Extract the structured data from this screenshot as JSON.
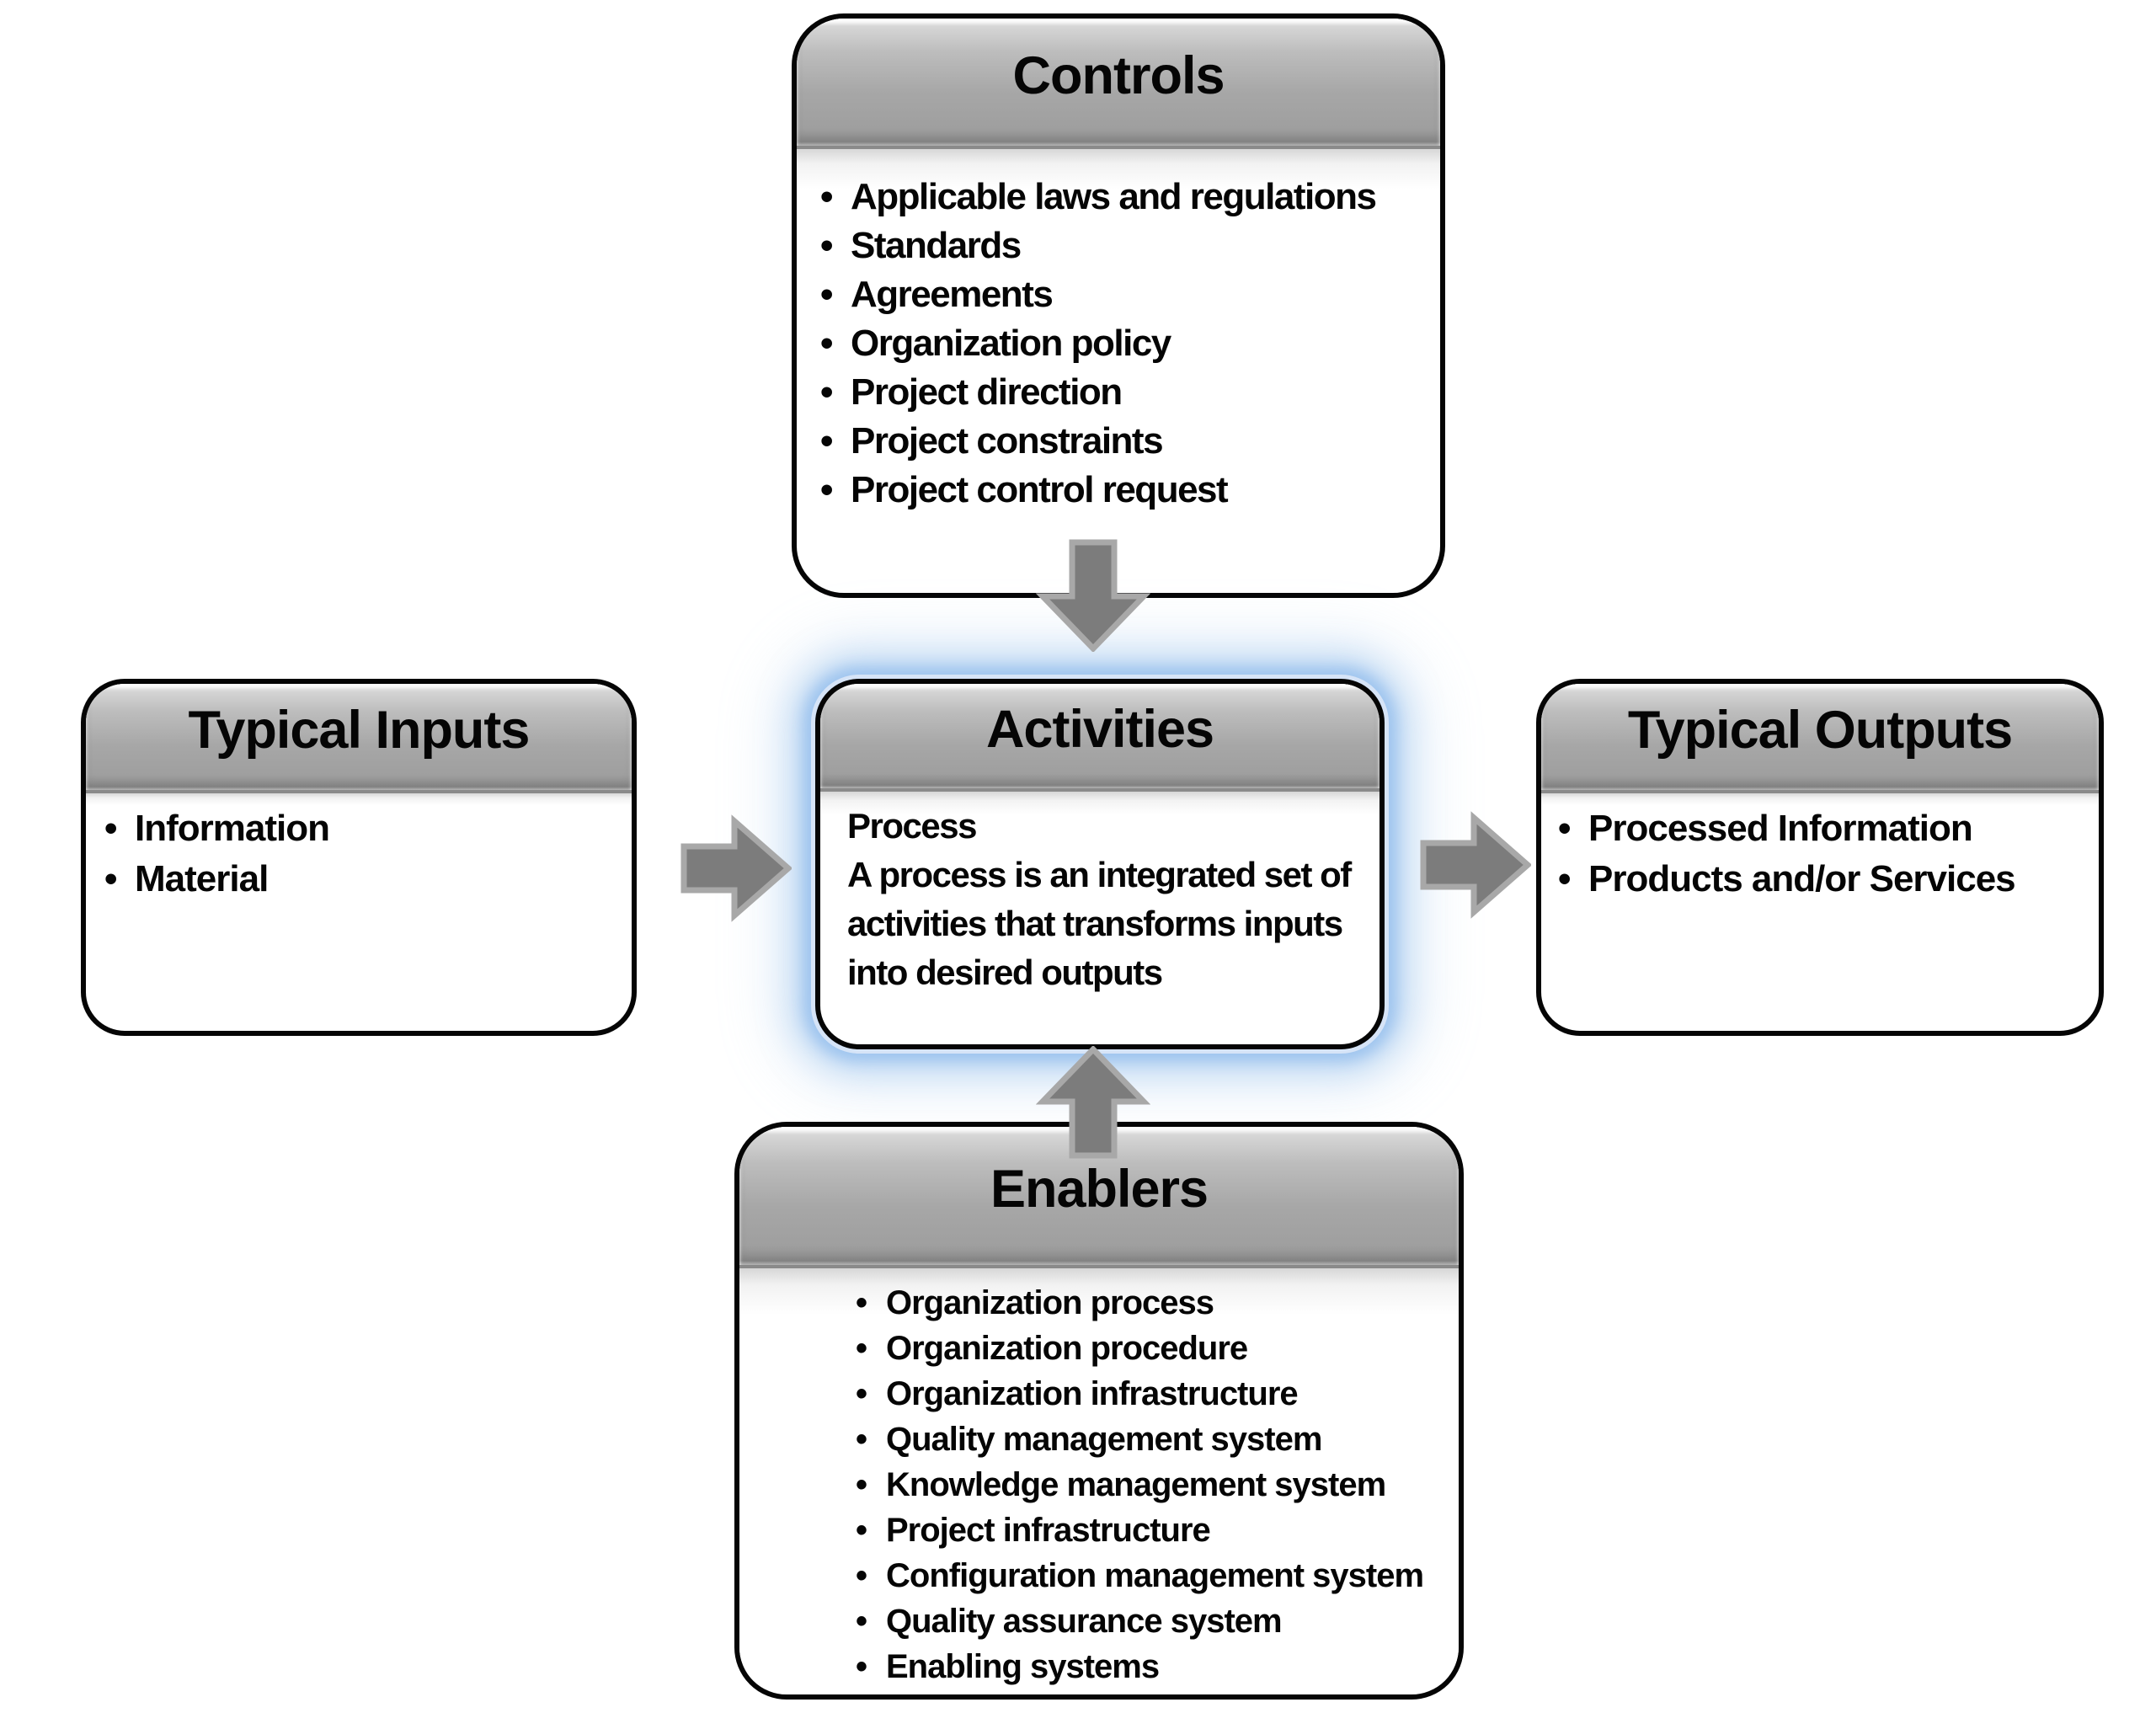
{
  "diagram": {
    "bullet_char": "•",
    "controls": {
      "title": "Controls",
      "items": [
        "Applicable laws and regulations",
        "Standards",
        "Agreements",
        "Organization policy",
        "Project direction",
        "Project constraints",
        "Project control request"
      ]
    },
    "typical_inputs": {
      "title": "Typical Inputs",
      "items": [
        "Information",
        "Material"
      ]
    },
    "activities": {
      "title": "Activities",
      "heading": "Process",
      "description": "A process is an integrated set of activities that transforms inputs into desired outputs"
    },
    "typical_outputs": {
      "title": "Typical Outputs",
      "items": [
        "Processed Information",
        "Products and/or Services"
      ]
    },
    "enablers": {
      "title": "Enablers",
      "items": [
        "Organization process",
        "Organization procedure",
        "Organization infrastructure",
        "Quality management system",
        "Knowledge management system",
        "Project infrastructure",
        "Configuration management system",
        "Quality assurance system",
        "Enabling systems"
      ]
    },
    "arrows": [
      {
        "name": "controls-to-activities",
        "direction": "down"
      },
      {
        "name": "inputs-to-activities",
        "direction": "right"
      },
      {
        "name": "activities-to-outputs",
        "direction": "right"
      },
      {
        "name": "enablers-to-activities",
        "direction": "up"
      }
    ],
    "colors": {
      "arrow-fill": "#7c7c7c",
      "arrow-stroke": "#a8a8a8",
      "glow": "#9cc3ee",
      "panel-border": "#050505",
      "text": "#050505",
      "header-mid": "#a7a7a7"
    }
  }
}
